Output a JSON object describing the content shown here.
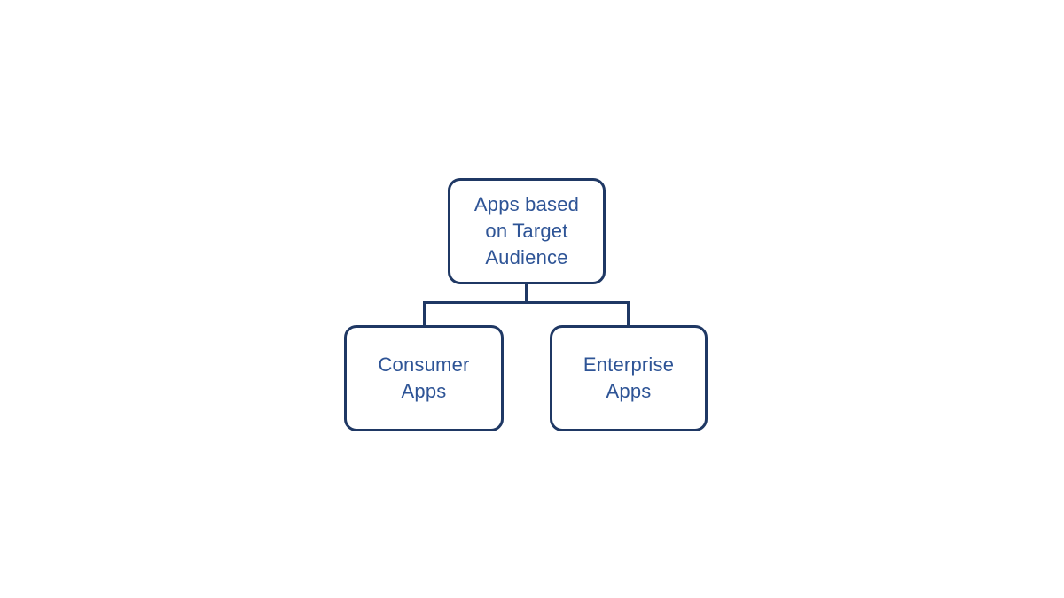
{
  "diagram": {
    "type": "hierarchy",
    "background_color": "#FFFFFF",
    "node_fill_color": "#FFFFFF",
    "outline_color": "#1F3864",
    "text_color": "#2E5496",
    "root": {
      "label": "Apps based\non Target\nAudience"
    },
    "children": [
      {
        "label": "Consumer\nApps"
      },
      {
        "label": "Enterprise\nApps"
      }
    ]
  }
}
